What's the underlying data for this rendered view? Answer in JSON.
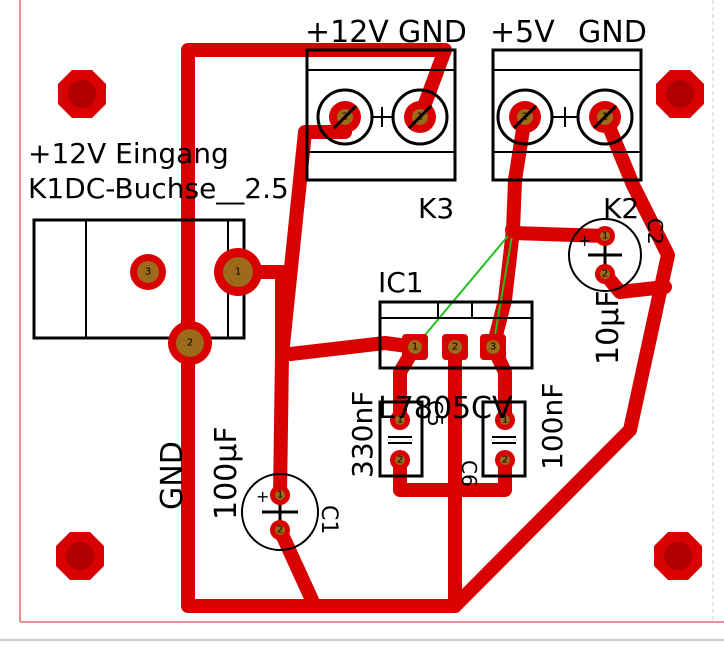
{
  "labels": {
    "k3_plus12v": "+12V",
    "k3_gnd": "GND",
    "k2_plus5v": "+5V",
    "k2_gnd": "GND",
    "k3_name": "K3",
    "k2_name": "K2",
    "jack_line1": "+12V Eingang",
    "jack_line2": "K1DC-Buchse__2.5",
    "ic_name": "IC1",
    "ic_value": "L7805CV",
    "c1_name": "C1",
    "c1_value": "100µF",
    "c2_name": "C2",
    "c2_value": "10µF",
    "c5_name": "C5",
    "c5_value": "330nF",
    "c6_name": "C6",
    "c6_value": "100nF",
    "gnd_label": "GND"
  },
  "pads": {
    "k3_1": "1",
    "k3_2": "2",
    "k2_1": "1",
    "k2_2": "2",
    "jack_1": "1",
    "jack_2": "2",
    "jack_3": "3",
    "ic_1": "1",
    "ic_2": "2",
    "ic_3": "3",
    "c1_1": "1",
    "c1_2": "2",
    "c2_1": "1",
    "c2_2": "2",
    "c5_1": "1",
    "c5_2": "2",
    "c6_1": "1",
    "c6_2": "2"
  },
  "polarity": {
    "plus": "+"
  },
  "colors": {
    "copper": "#d80000",
    "pad_drill": "#9b6a1a",
    "airwire": "#1fbf1f",
    "silkscreen": "#000000",
    "board_edge": "#e89090"
  }
}
